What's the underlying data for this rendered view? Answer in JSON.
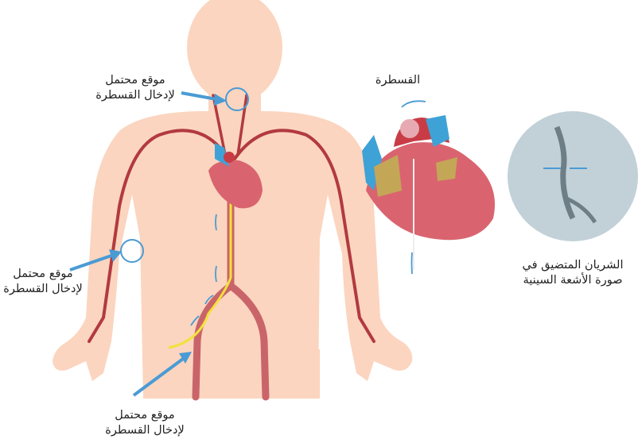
{
  "labels": {
    "neck_site": {
      "line1": "موقع محتمل",
      "line2": "لإدخال القسطرة"
    },
    "arm_site": {
      "line1": "موقع محتمل",
      "line2": "لإدخال القسطرة"
    },
    "groin_site": {
      "line1": "موقع محتمل",
      "line2": "لإدخال القسطرة"
    },
    "catheter": "القسطرة",
    "xray": {
      "line1": "الشريان المتضيق في",
      "line2": "صورة الأشعة السينية"
    }
  },
  "colors": {
    "skin": "#fbd5bf",
    "artery": "#b23a3e",
    "heart": "#d9646f",
    "vein": "#3fa2d6",
    "catheter": "#f2e23a",
    "pointer": "#4a9bd4",
    "xray_bg": "#c2d1d8"
  }
}
